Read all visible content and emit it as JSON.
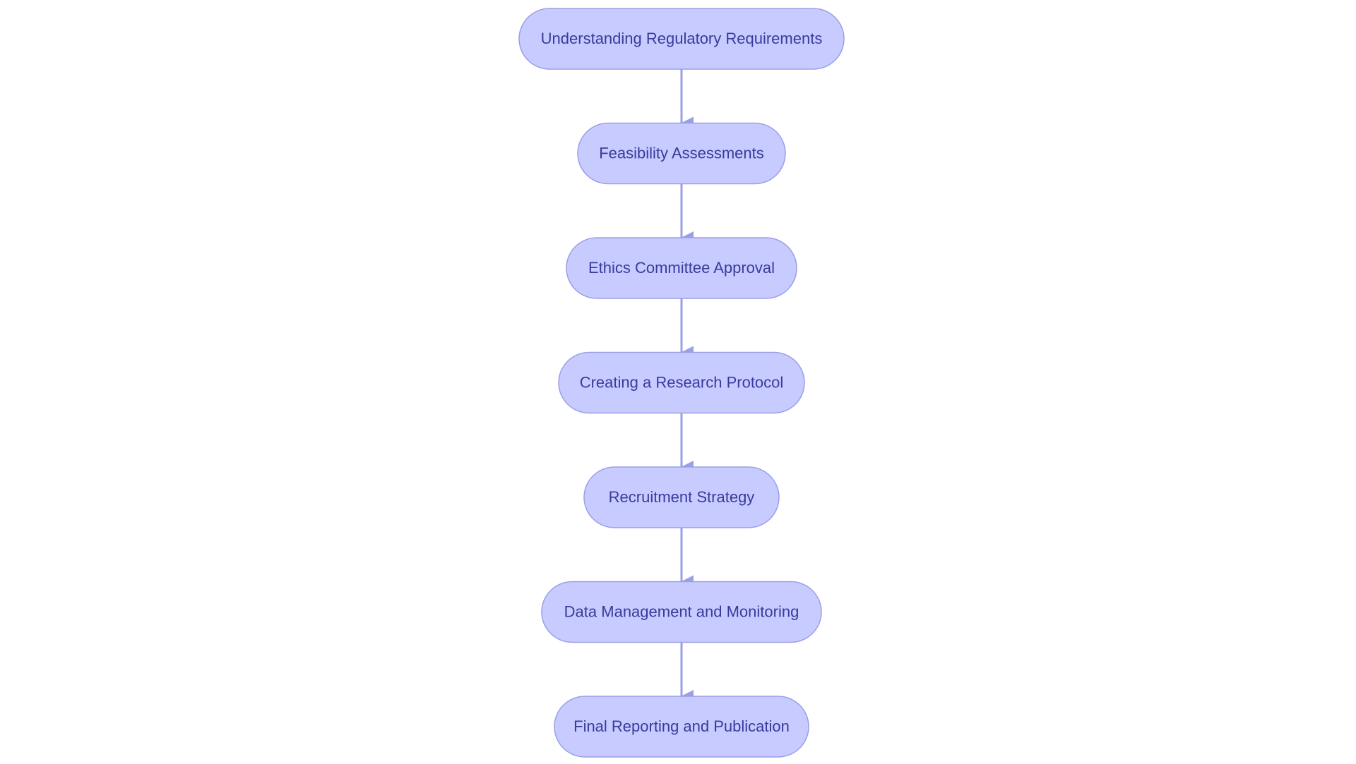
{
  "flowchart": {
    "steps": [
      "Understanding Regulatory Requirements",
      "Feasibility Assessments",
      "Ethics Committee Approval",
      "Creating a Research Protocol",
      "Recruitment Strategy",
      "Data Management and Monitoring",
      "Final Reporting and Publication"
    ],
    "colors": {
      "node_fill": "#c8cbff",
      "node_stroke": "#9a9fe6",
      "text": "#3a3a9c",
      "arrow": "#9a9fe6"
    }
  }
}
